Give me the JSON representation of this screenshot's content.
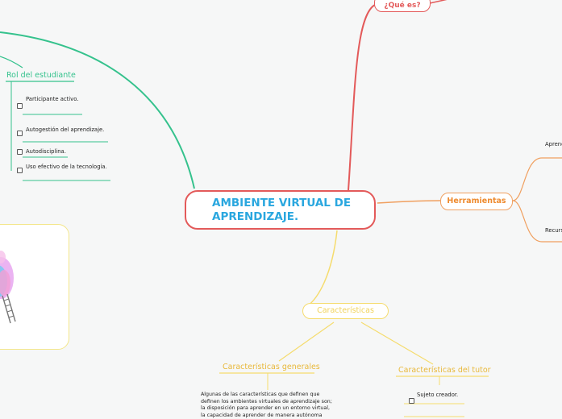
{
  "central": {
    "title": "AMBIENTE VIRTUAL DE APRENDIZAJE."
  },
  "branches": {
    "que_es": {
      "label": "¿Qué es?"
    },
    "herramientas": {
      "label": "Herramientas",
      "children": [
        "Aprend",
        "Recurs"
      ]
    },
    "caracteristicas": {
      "label": "Características",
      "generales": {
        "label": "Características generales",
        "text": "Algunas de las características que definen que\ndefinen los ambientes virtuales de aprendizaje son;\nla disposición para aprender en un entorno virtual,\nla capacidad de aprender de manera autónoma"
      },
      "tutor": {
        "label": "Características del tutor",
        "items": [
          "Sujeto creador."
        ]
      }
    },
    "rol_estudiante": {
      "label": "Rol del estudiante",
      "items": [
        "Participante activo.",
        "Autogestión del aprendizaje.",
        "Autodisciplina.",
        "Uso efectivo de la tecnología."
      ]
    }
  },
  "colors": {
    "red": "#e35a5a",
    "orange": "#f0a060",
    "yellow": "#f5dc6e",
    "green": "#35c28d",
    "blue_text": "#2aa7df"
  }
}
